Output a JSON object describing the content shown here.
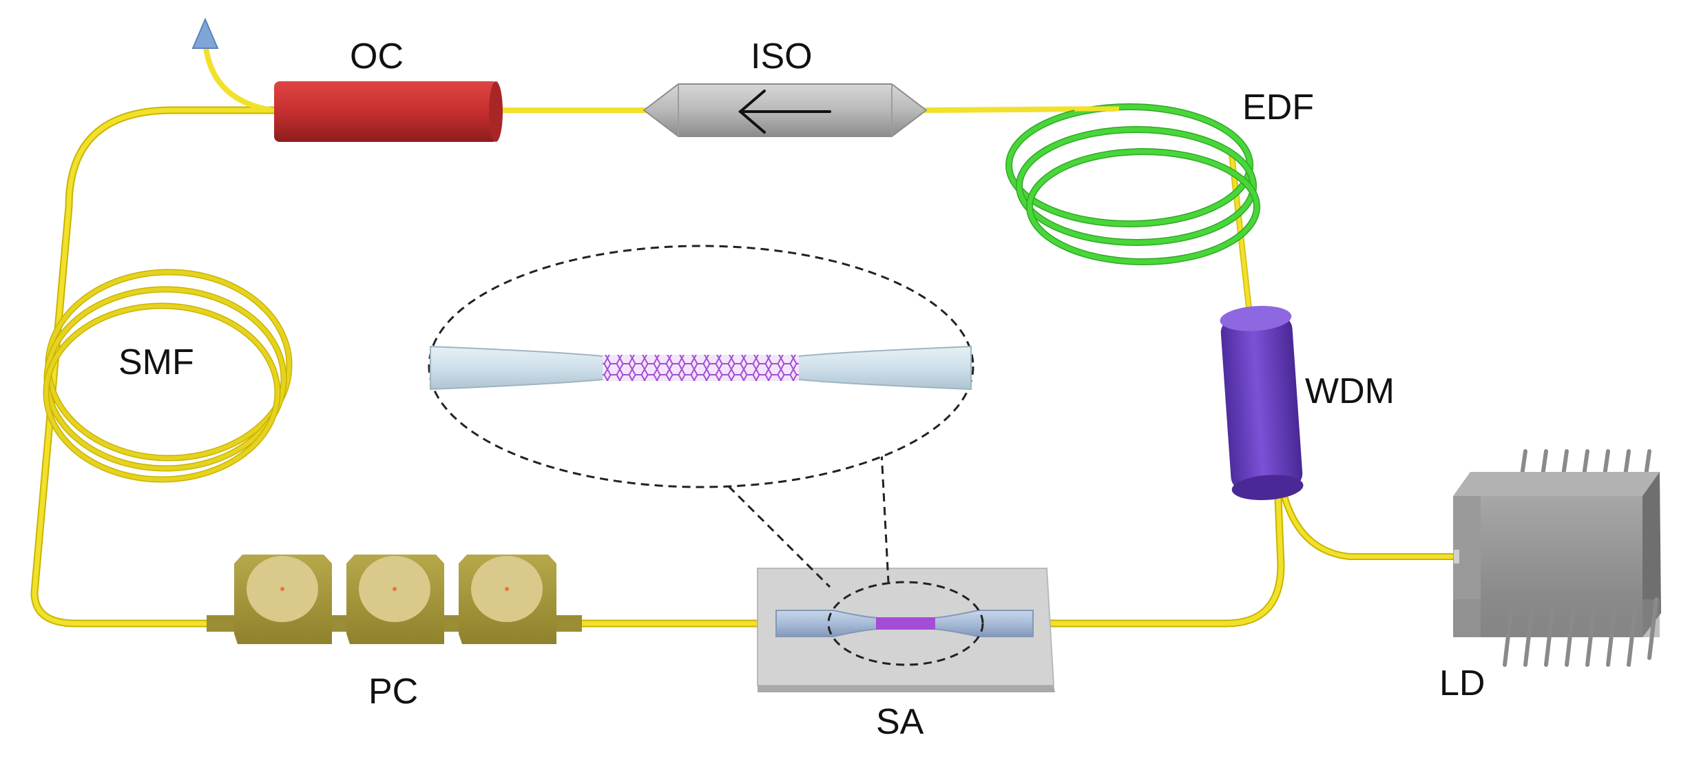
{
  "labels": {
    "oc": "OC",
    "iso": "ISO",
    "edf": "EDF",
    "smf": "SMF",
    "wdm": "WDM",
    "pc": "PC",
    "sa": "SA",
    "ld": "LD"
  },
  "colors": {
    "fiber": "#f2e12a",
    "fiber_edge": "#c9b400",
    "edf_coil": "#49d63a",
    "oc_body": "#c62f2f",
    "iso_body": "#b9b9b9",
    "wdm_body": "#6a3fc4",
    "pc_body": "#a89a3c",
    "sa_plate": "#d3d3d3",
    "sa_taper": "#a8bcd8",
    "nanotube": "#a34dd6",
    "ld_body": "#8f8f8f",
    "output_arrow": "#7fa6d6"
  },
  "icons": {
    "output": "output-arrow-icon",
    "isolator_direction": "arrow-left-icon"
  }
}
